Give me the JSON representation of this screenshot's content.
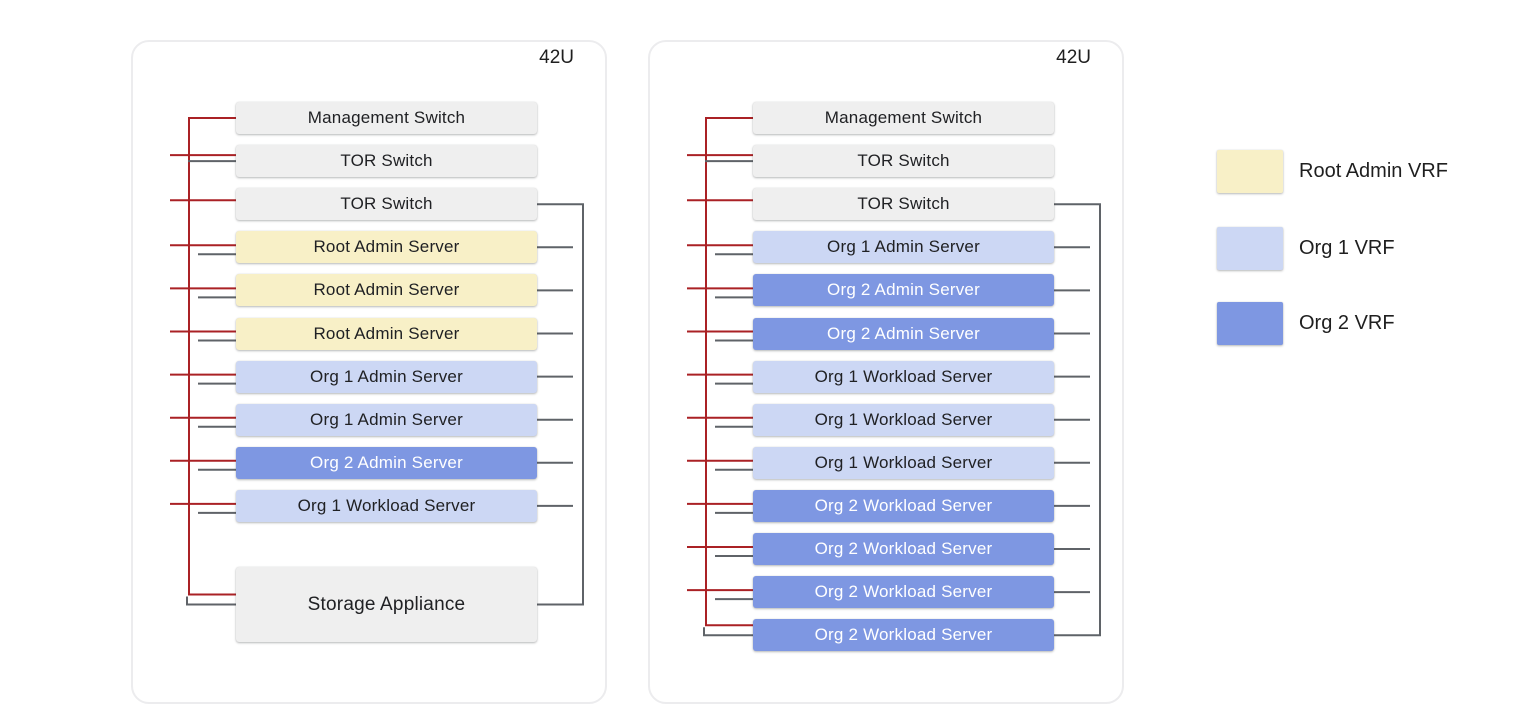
{
  "colors": {
    "line_red": "#aa2125",
    "line_gray": "#5f6368",
    "unit_default": "#efefef",
    "root_vrf": "#f8f0c7",
    "org1_vrf": "#ccd7f4",
    "org2_vrf": "#7e97e2"
  },
  "racks": [
    {
      "capacity_label": "42U",
      "units": [
        {
          "label": "Management Switch",
          "vrf": "none"
        },
        {
          "label": "TOR Switch",
          "vrf": "none"
        },
        {
          "label": "TOR Switch",
          "vrf": "none"
        },
        {
          "label": "Root Admin Server",
          "vrf": "root"
        },
        {
          "label": "Root Admin Server",
          "vrf": "root"
        },
        {
          "label": "Root Admin Server",
          "vrf": "root"
        },
        {
          "label": "Org 1 Admin Server",
          "vrf": "org1"
        },
        {
          "label": "Org 1 Admin Server",
          "vrf": "org1"
        },
        {
          "label": "Org 2 Admin Server",
          "vrf": "org2"
        },
        {
          "label": "Org 1 Workload Server",
          "vrf": "org1"
        },
        {
          "label": "Storage Appliance",
          "vrf": "none",
          "tall": true
        }
      ]
    },
    {
      "capacity_label": "42U",
      "units": [
        {
          "label": "Management Switch",
          "vrf": "none"
        },
        {
          "label": "TOR Switch",
          "vrf": "none"
        },
        {
          "label": "TOR Switch",
          "vrf": "none"
        },
        {
          "label": "Org 1 Admin Server",
          "vrf": "org1"
        },
        {
          "label": "Org 2 Admin Server",
          "vrf": "org2"
        },
        {
          "label": "Org 2 Admin Server",
          "vrf": "org2"
        },
        {
          "label": "Org 1 Workload Server",
          "vrf": "org1"
        },
        {
          "label": "Org 1 Workload Server",
          "vrf": "org1"
        },
        {
          "label": "Org 1 Workload Server",
          "vrf": "org1"
        },
        {
          "label": "Org 2 Workload Server",
          "vrf": "org2"
        },
        {
          "label": "Org 2 Workload Server",
          "vrf": "org2"
        },
        {
          "label": "Org 2 Workload Server",
          "vrf": "org2"
        },
        {
          "label": "Org 2 Workload Server",
          "vrf": "org2"
        }
      ]
    }
  ],
  "legend": {
    "items": [
      {
        "label": "Root Admin VRF",
        "vrf": "root_vrf"
      },
      {
        "label": "Org 1 VRF",
        "vrf": "org1_vrf"
      },
      {
        "label": "Org 2 VRF",
        "vrf": "org2_vrf"
      }
    ]
  }
}
